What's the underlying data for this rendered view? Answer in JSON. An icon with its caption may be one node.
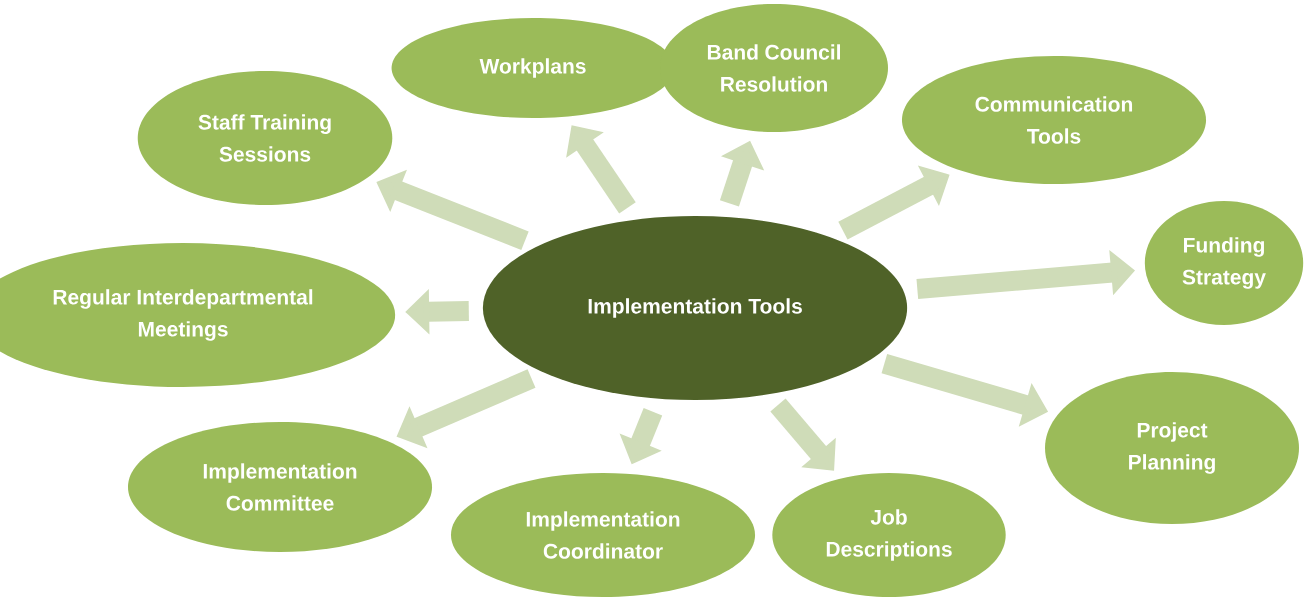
{
  "diagram": {
    "nodes": [
      {
        "text": [
          "Implementation Tools"
        ]
      },
      {
        "text": [
          "Staff Training Sessions"
        ]
      },
      {
        "text": [
          "Workplans"
        ]
      },
      {
        "text": [
          "Band Council Resolution"
        ]
      },
      {
        "text": [
          "Communication Tools"
        ]
      },
      {
        "text": [
          "Funding Strategy"
        ]
      },
      {
        "text": [
          "Regular Interdepartmental Meetings"
        ]
      },
      {
        "text": [
          "Project Planning"
        ]
      },
      {
        "text": [
          "Implementation Committee"
        ]
      },
      {
        "text": [
          "Implementation Coordinator"
        ]
      },
      {
        "text": [
          "Job Descriptions"
        ]
      }
    ],
    "edges": [
      {
        "from": 0,
        "to": 1,
        "arrow": "to"
      },
      {
        "from": 0,
        "to": 2,
        "arrow": "to"
      },
      {
        "from": 0,
        "to": 3,
        "arrow": "to"
      },
      {
        "from": 0,
        "to": 4,
        "arrow": "to"
      },
      {
        "from": 0,
        "to": 5,
        "arrow": "to"
      },
      {
        "from": 0,
        "to": 6,
        "arrow": "to"
      },
      {
        "from": 0,
        "to": 7,
        "arrow": "to"
      },
      {
        "from": 0,
        "to": 8,
        "arrow": "to"
      },
      {
        "from": 0,
        "to": 9,
        "arrow": "to"
      },
      {
        "from": 0,
        "to": 10,
        "arrow": "to"
      }
    ]
  }
}
